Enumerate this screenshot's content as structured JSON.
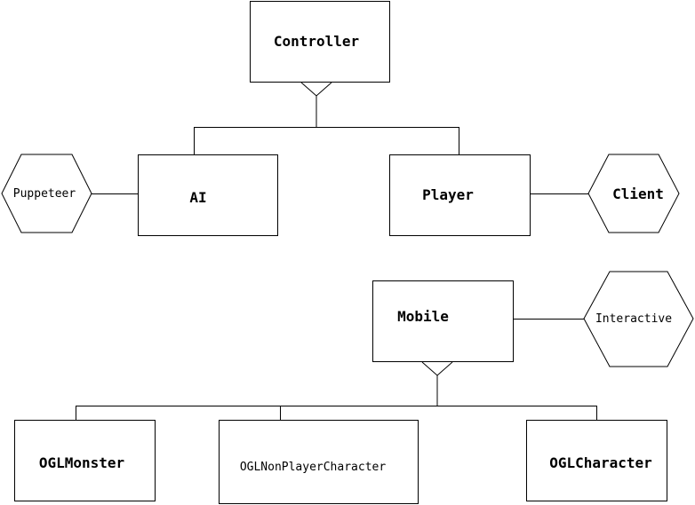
{
  "diagram": {
    "nodes": {
      "controller": "Controller",
      "ai": "AI",
      "player": "Player",
      "puppeteer": "Puppeteer",
      "client": "Client",
      "mobile": "Mobile",
      "interactive": "Interactive",
      "ogl_monster": "OGLMonster",
      "ogl_npc": "OGLNonPlayerCharacter",
      "ogl_character": "OGLCharacter"
    },
    "relations": [
      {
        "from": "AI",
        "to": "Controller",
        "kind": "inheritance"
      },
      {
        "from": "Player",
        "to": "Controller",
        "kind": "inheritance"
      },
      {
        "from": "AI",
        "to": "Puppeteer",
        "kind": "association"
      },
      {
        "from": "Player",
        "to": "Client",
        "kind": "association"
      },
      {
        "from": "OGLMonster",
        "to": "Mobile",
        "kind": "inheritance"
      },
      {
        "from": "OGLNonPlayerCharacter",
        "to": "Mobile",
        "kind": "inheritance"
      },
      {
        "from": "OGLCharacter",
        "to": "Mobile",
        "kind": "inheritance"
      },
      {
        "from": "Mobile",
        "to": "Interactive",
        "kind": "association"
      }
    ]
  }
}
